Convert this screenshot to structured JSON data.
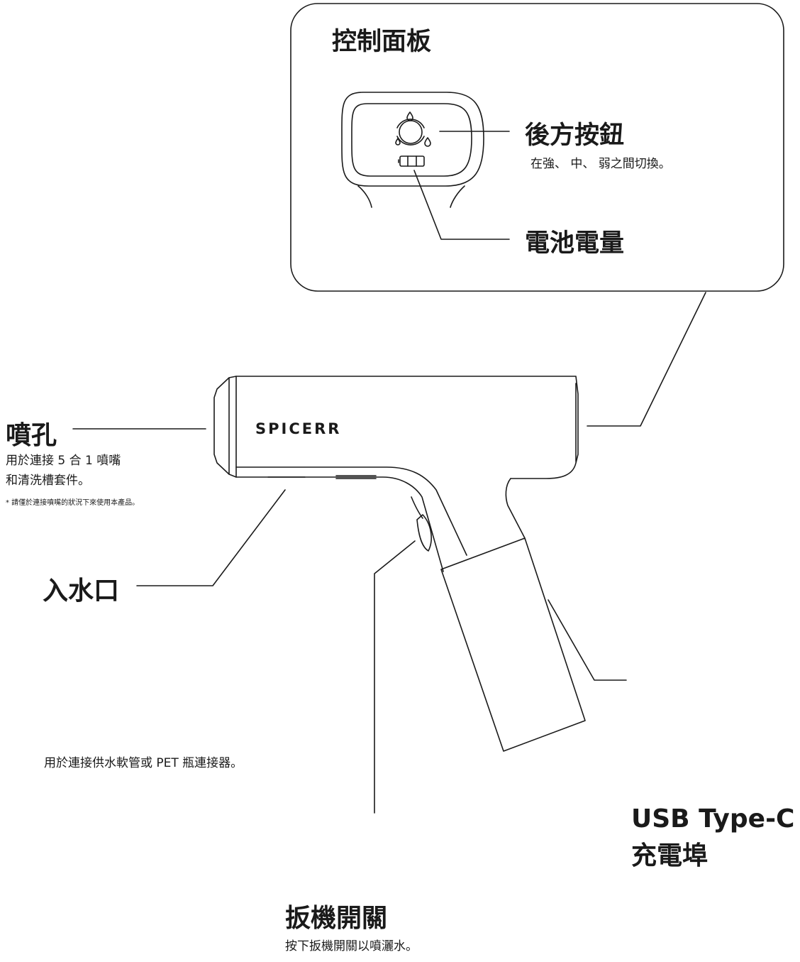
{
  "panel": {
    "title": "控制面板",
    "rear_button": {
      "title": "後方按鈕",
      "desc": "在強、 中、 弱之間切換。"
    },
    "battery": {
      "title": "電池電量"
    }
  },
  "device": {
    "brand": "SPICERR"
  },
  "nozzle": {
    "title": "噴孔",
    "desc_line1": "用於連接 5 合 1 噴嘴",
    "desc_line2": "和清洗槽套件。",
    "note": "* 請僅於連接噴嘴的狀況下來使用本產品。"
  },
  "water_inlet": {
    "title": "入水口",
    "desc": "用於連接供水軟管或 PET 瓶連接器。"
  },
  "usb": {
    "title_line1": "USB Type-C",
    "title_line2": "充電埠"
  },
  "trigger": {
    "title": "扳機開關",
    "desc": "按下扳機開關以噴灑水。"
  },
  "colors": {
    "line": "#1a1a1a",
    "background": "#ffffff"
  }
}
